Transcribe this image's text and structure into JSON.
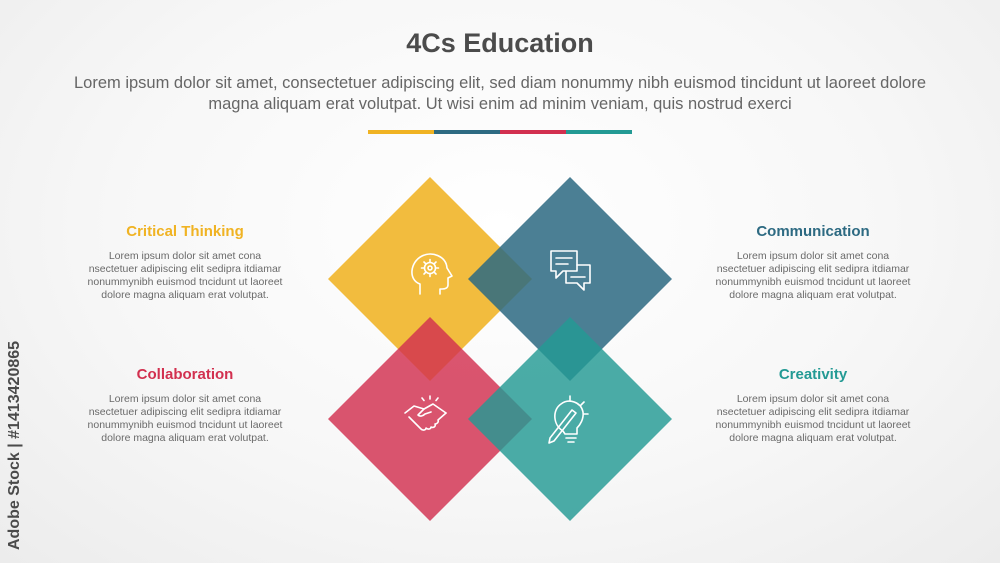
{
  "title": "4Cs Education",
  "subtitle": "Lorem ipsum dolor sit amet, consectetuer adipiscing elit, sed diam nonummy nibh euismod tincidunt ut laoreet dolore magna aliquam erat volutpat. Ut wisi enim ad minim veniam, quis nostrud exerci",
  "accent_colors": [
    "#f0b323",
    "#2d6a82",
    "#d2304f",
    "#239a94"
  ],
  "items": [
    {
      "title": "Critical Thinking",
      "color": "#f0b323",
      "icon": "head-gear-icon",
      "text": "Lorem ipsum dolor sit amet cona nsectetuer adipiscing elit sedipra itdiamar nonummynibh euismod tncidunt ut laoreet dolore magna aliquam erat volutpat."
    },
    {
      "title": "Communication",
      "color": "#2d6a82",
      "icon": "chat-bubbles-icon",
      "text": "Lorem ipsum dolor sit amet cona nsectetuer adipiscing elit sedipra itdiamar nonummynibh euismod tncidunt ut laoreet dolore magna aliquam erat volutpat."
    },
    {
      "title": "Collaboration",
      "color": "#d2304f",
      "icon": "handshake-icon",
      "text": "Lorem ipsum dolor sit amet cona nsectetuer adipiscing elit sedipra itdiamar nonummynibh euismod tncidunt ut laoreet dolore magna aliquam erat volutpat."
    },
    {
      "title": "Creativity",
      "color": "#239a94",
      "icon": "lightbulb-pencil-icon",
      "text": "Lorem ipsum dolor sit amet cona nsectetuer adipiscing elit sedipra itdiamar nonummynibh euismod tncidunt ut laoreet dolore magna aliquam erat volutpat."
    }
  ],
  "watermark": "Adobe Stock | #1413420865"
}
